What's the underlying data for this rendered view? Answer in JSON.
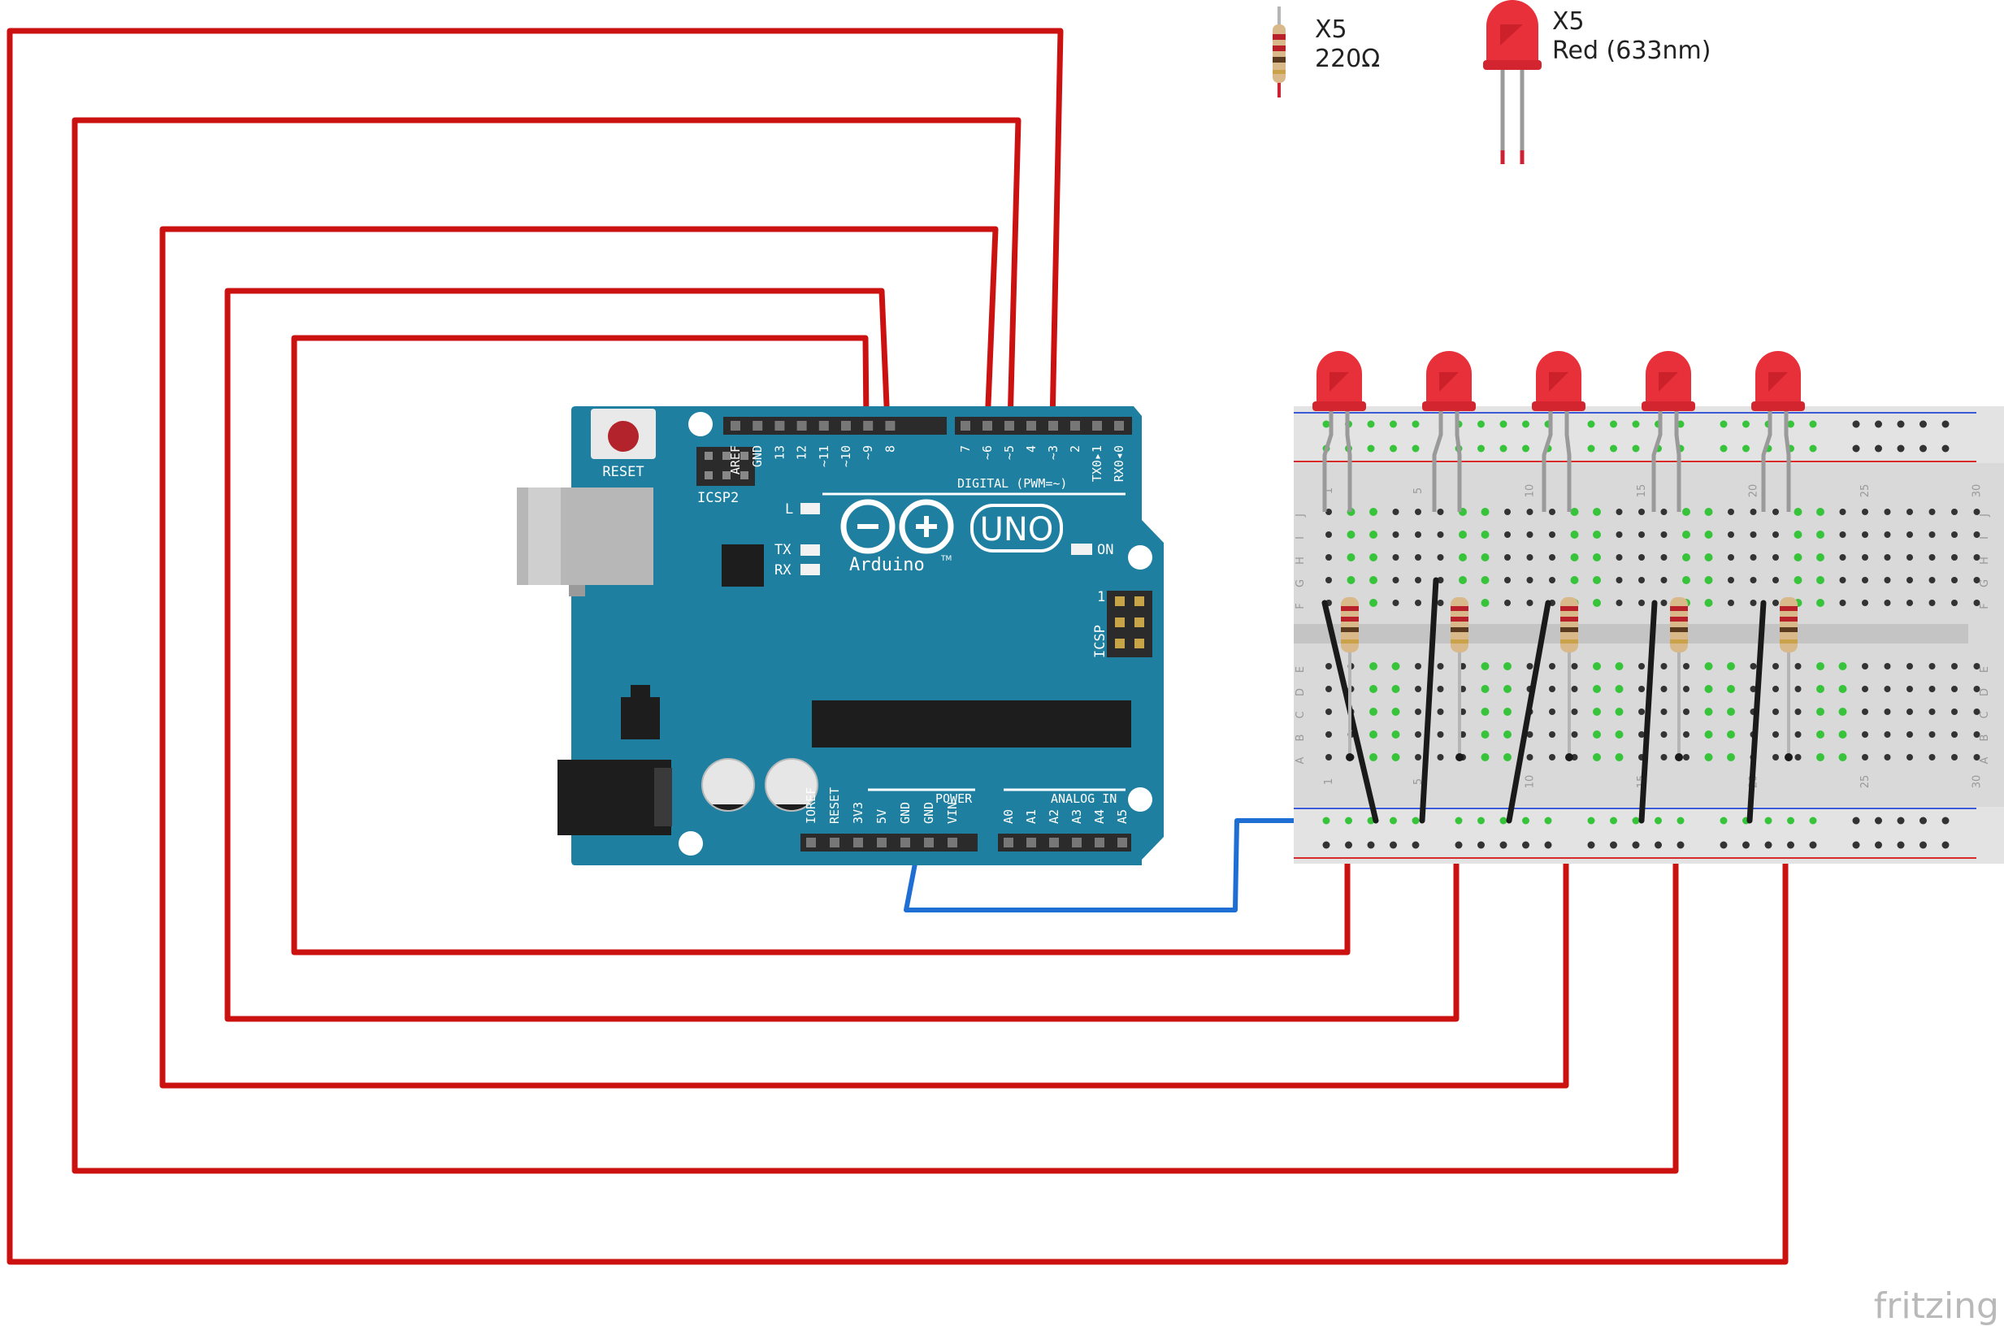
{
  "legend": {
    "resistor": {
      "count": "X5",
      "value": "220Ω"
    },
    "led": {
      "count": "X5",
      "value": "Red (633nm)"
    }
  },
  "arduino": {
    "reset_label": "RESET",
    "icsp2_label": "ICSP2",
    "icsp_label": "ICSP",
    "icsp_pin1": "1",
    "uno_label": "UNO",
    "brand_label": "Arduino",
    "tm": "TM",
    "on_label": "ON",
    "l_label": "L",
    "tx_label": "TX",
    "rx_label": "RX",
    "digital_label": "DIGITAL (PWM=~)",
    "power_label": "POWER",
    "analog_label": "ANALOG IN",
    "digital_pins_left": [
      "AREF",
      "GND",
      "13",
      "12",
      "~11",
      "~10",
      "~9",
      "8"
    ],
    "digital_pins_right": [
      "7",
      "~6",
      "~5",
      "4",
      "~3",
      "2",
      "TX0▸1",
      "RX0◂0"
    ],
    "power_pins": [
      "IOREF",
      "RESET",
      "3V3",
      "5V",
      "GND",
      "GND",
      "VIN"
    ],
    "analog_pins": [
      "A0",
      "A1",
      "A2",
      "A3",
      "A4",
      "A5"
    ],
    "colors": {
      "board": "#1e7fa0",
      "board_dark": "#176a87",
      "header": "#2b2b2b"
    }
  },
  "breadboard": {
    "row_letters_top": [
      "J",
      "I",
      "H",
      "G",
      "F"
    ],
    "row_letters_bottom": [
      "E",
      "D",
      "C",
      "B",
      "A"
    ],
    "column_numbers": [
      "1",
      "5",
      "10",
      "15",
      "20",
      "25",
      "30"
    ],
    "colors": {
      "body": "#d9d9d9",
      "hole": "#333333",
      "active": "#37c43b",
      "rail_blue": "#3d5bd9",
      "rail_red": "#d62b2b"
    }
  },
  "wires": {
    "signal_color": "#cc1111",
    "ground_color": "#1f6ed4",
    "jumper_color": "#1a1a1a"
  },
  "led_color": "#e8303a",
  "watermark": "fritzing"
}
